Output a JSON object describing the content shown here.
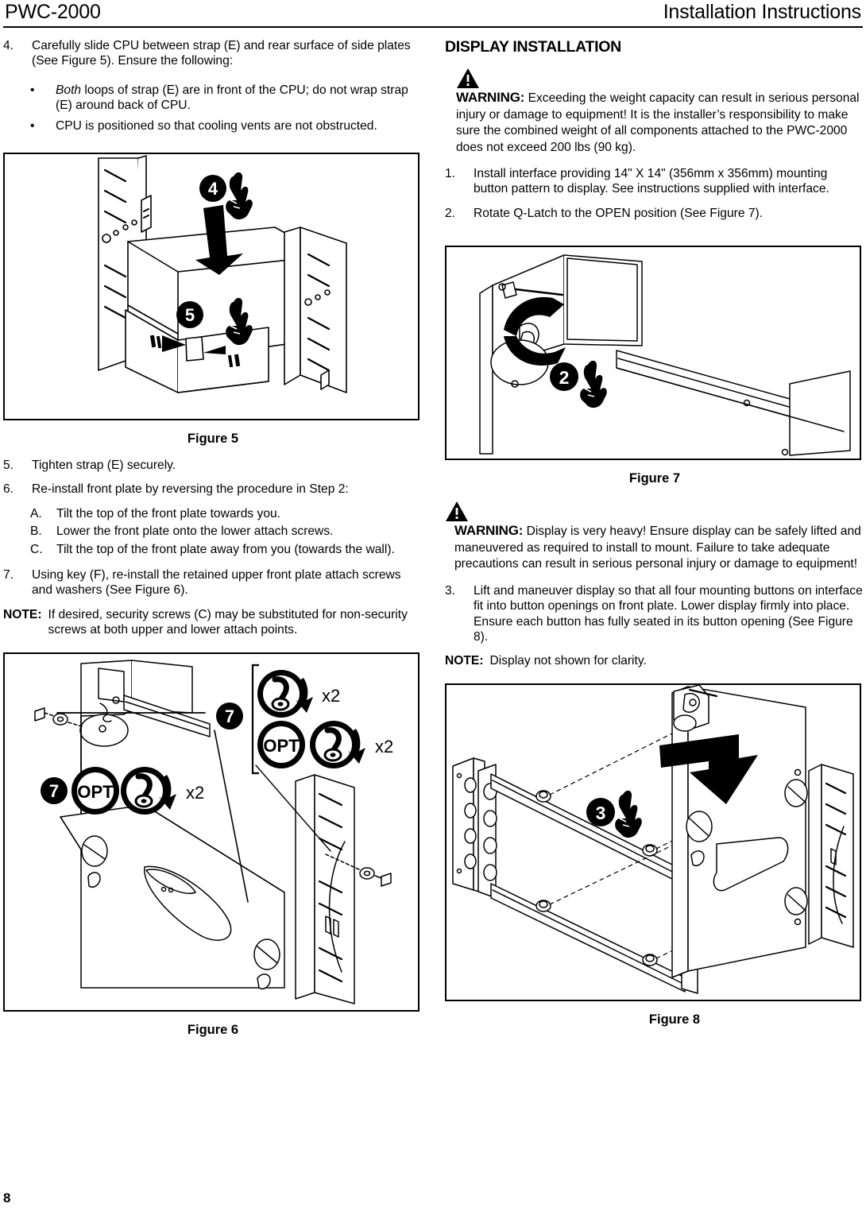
{
  "header": {
    "left": "PWC-2000",
    "right": "Installation Instructions"
  },
  "page_number": "8",
  "left_column": {
    "step4": {
      "num": "4.",
      "text": "Carefully slide CPU between strap (E) and rear surface of side plates (See Figure 5).  Ensure the following:"
    },
    "bullets": [
      {
        "mark": "•",
        "text_italic": "Both",
        "text": " loops of strap (E) are in front of the CPU; do not wrap strap (E) around back of CPU."
      },
      {
        "mark": "•",
        "text_italic": "",
        "text": "CPU is positioned so that cooling vents are not obstructed."
      }
    ],
    "figure5_caption": "Figure 5",
    "step5": {
      "num": "5.",
      "text": "Tighten strap (E) securely."
    },
    "step6": {
      "num": "6.",
      "text": "Re-install front plate by reversing the procedure in Step 2:"
    },
    "substeps": [
      {
        "mark": "A.",
        "text": "Tilt the top of the front plate towards you."
      },
      {
        "mark": "B.",
        "text": "Lower the front plate onto the lower attach screws."
      },
      {
        "mark": "C.",
        "text": "Tilt the top of the front plate away from you (towards the wall)."
      }
    ],
    "step7": {
      "num": "7.",
      "text": "Using key (F), re-install the retained upper front plate attach screws and washers (See Figure 6)."
    },
    "note": {
      "label": "NOTE:",
      "text": "If desired, security screws (C) may be substituted for non-security screws at both upper and lower attach points."
    },
    "figure6_caption": "Figure 6",
    "figure6_labels": {
      "callout_a": "7",
      "callout_b": "7",
      "opt_a": "OPT",
      "opt_b": "OPT",
      "qty_1": "x2",
      "qty_2": "x2",
      "qty_3": "x2"
    },
    "figure5_labels": {
      "callout_4": "4",
      "callout_5": "5"
    }
  },
  "right_column": {
    "section_title": "DISPLAY INSTALLATION",
    "warning1": {
      "icon": "warning-triangle-icon",
      "label": "WARNING:",
      "text": "Exceeding the weight capacity can result in serious personal injury or damage to equipment!  It is the installer’s responsibility to make sure the combined weight of all components attached to the PWC-2000 does not exceed 200 lbs (90 kg)."
    },
    "step1": {
      "num": "1.",
      "text": "Install interface providing 14\" X 14\" (356mm x 356mm) mounting button pattern to display.  See instructions supplied with interface."
    },
    "step2": {
      "num": "2.",
      "text": "Rotate Q-Latch to the OPEN position (See Figure 7)."
    },
    "figure7_caption": "Figure 7",
    "figure7_labels": {
      "callout_2": "2"
    },
    "warning2": {
      "icon": "warning-triangle-icon",
      "label": "WARNING:",
      "text": "Display is very heavy!  Ensure display can be safely lifted and maneuvered as required to install to mount.  Failure to take adequate precautions can result in serious personal injury or damage to equipment!"
    },
    "step3": {
      "num": "3.",
      "text": "Lift and maneuver display so that all four mounting buttons on interface fit into button openings on front plate.  Lower display firmly into place.  Ensure each button has fully seated in its button opening (See Figure 8)."
    },
    "note": {
      "label": "NOTE:",
      "text": "Display not shown for clarity."
    },
    "figure8_caption": "Figure 8",
    "figure8_labels": {
      "callout_3": "3"
    }
  },
  "colors": {
    "ink": "#000000",
    "paper": "#ffffff"
  }
}
